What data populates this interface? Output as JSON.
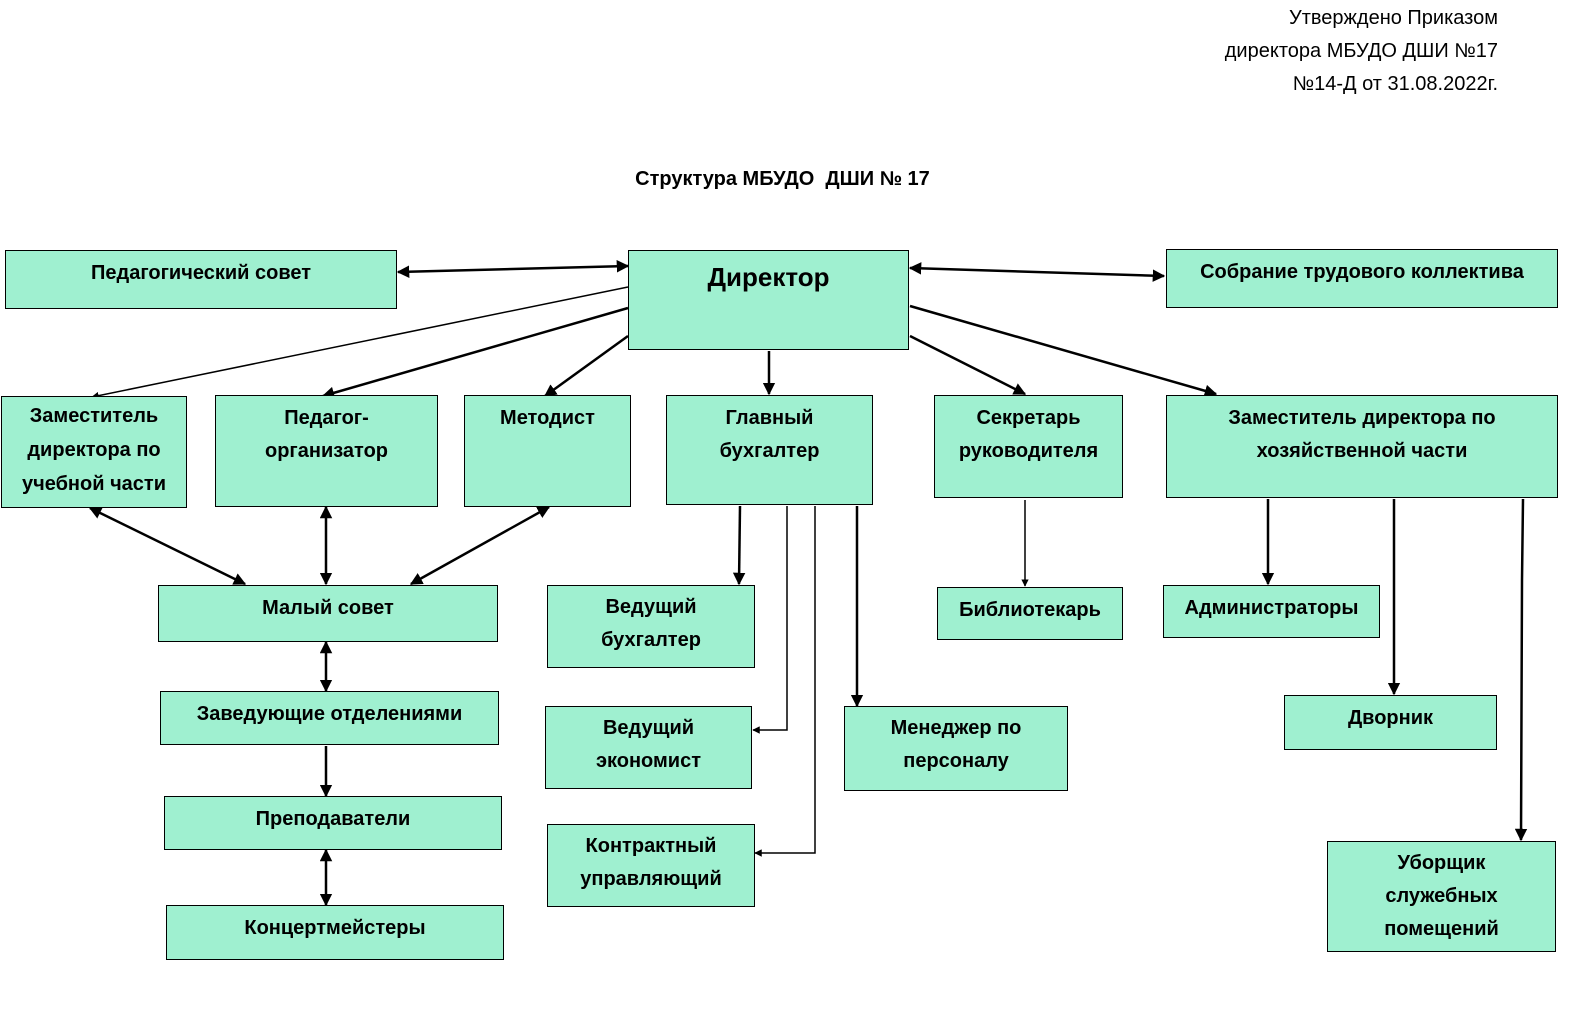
{
  "approval": {
    "line1": "Утверждено Приказом",
    "line2": "директора МБУДО ДШИ №17",
    "line3": "№14-Д от 31.08.2022г."
  },
  "title": "Структура МБУДО  ДШИ № 17",
  "nodes": {
    "director": "Директор",
    "ped_council": "Педагогический совет",
    "labor_meeting": "Собрание трудового коллектива",
    "deputy_edu": [
      "Заместитель",
      "директора по",
      "учебной части"
    ],
    "ped_org": [
      "Педагог-",
      "организатор"
    ],
    "methodist": "Методист",
    "chief_acc": [
      "Главный",
      "бухгалтер"
    ],
    "secretary": [
      "Секретарь",
      "руководителя"
    ],
    "deputy_econ": [
      "Заместитель директора по",
      "хозяйственной части"
    ],
    "small_council": "Малый совет",
    "heads": "Заведующие отделениями",
    "teachers": "Преподаватели",
    "accompanists": "Концертмейстеры",
    "lead_acc": [
      "Ведущий",
      "бухгалтер"
    ],
    "lead_econ": [
      "Ведущий",
      "экономист"
    ],
    "contract_mgr": [
      "Контрактный",
      "управляющий"
    ],
    "hr_mgr": [
      "Менеджер по",
      "персоналу"
    ],
    "librarian": "Библиотекарь",
    "admins": "Администраторы",
    "janitor": "Дворник",
    "cleaner": [
      "Уборщик",
      "служебных",
      "помещений"
    ]
  }
}
